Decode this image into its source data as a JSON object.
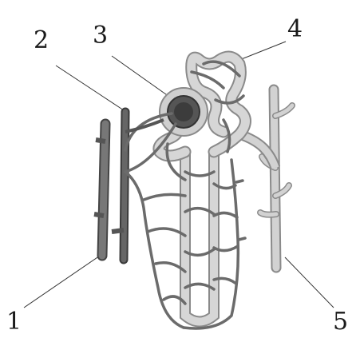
{
  "labels": {
    "l1": "1",
    "l2": "2",
    "l3": "3",
    "l4": "4",
    "l5": "5"
  },
  "colors": {
    "vessel_dark": "#5a5a5a",
    "vessel_mid": "#7a7a7a",
    "tubule_light": "#c9c9c9",
    "tubule_outline": "#8a8a8a",
    "capillary": "#6b6b6b",
    "leader": "#333333"
  }
}
